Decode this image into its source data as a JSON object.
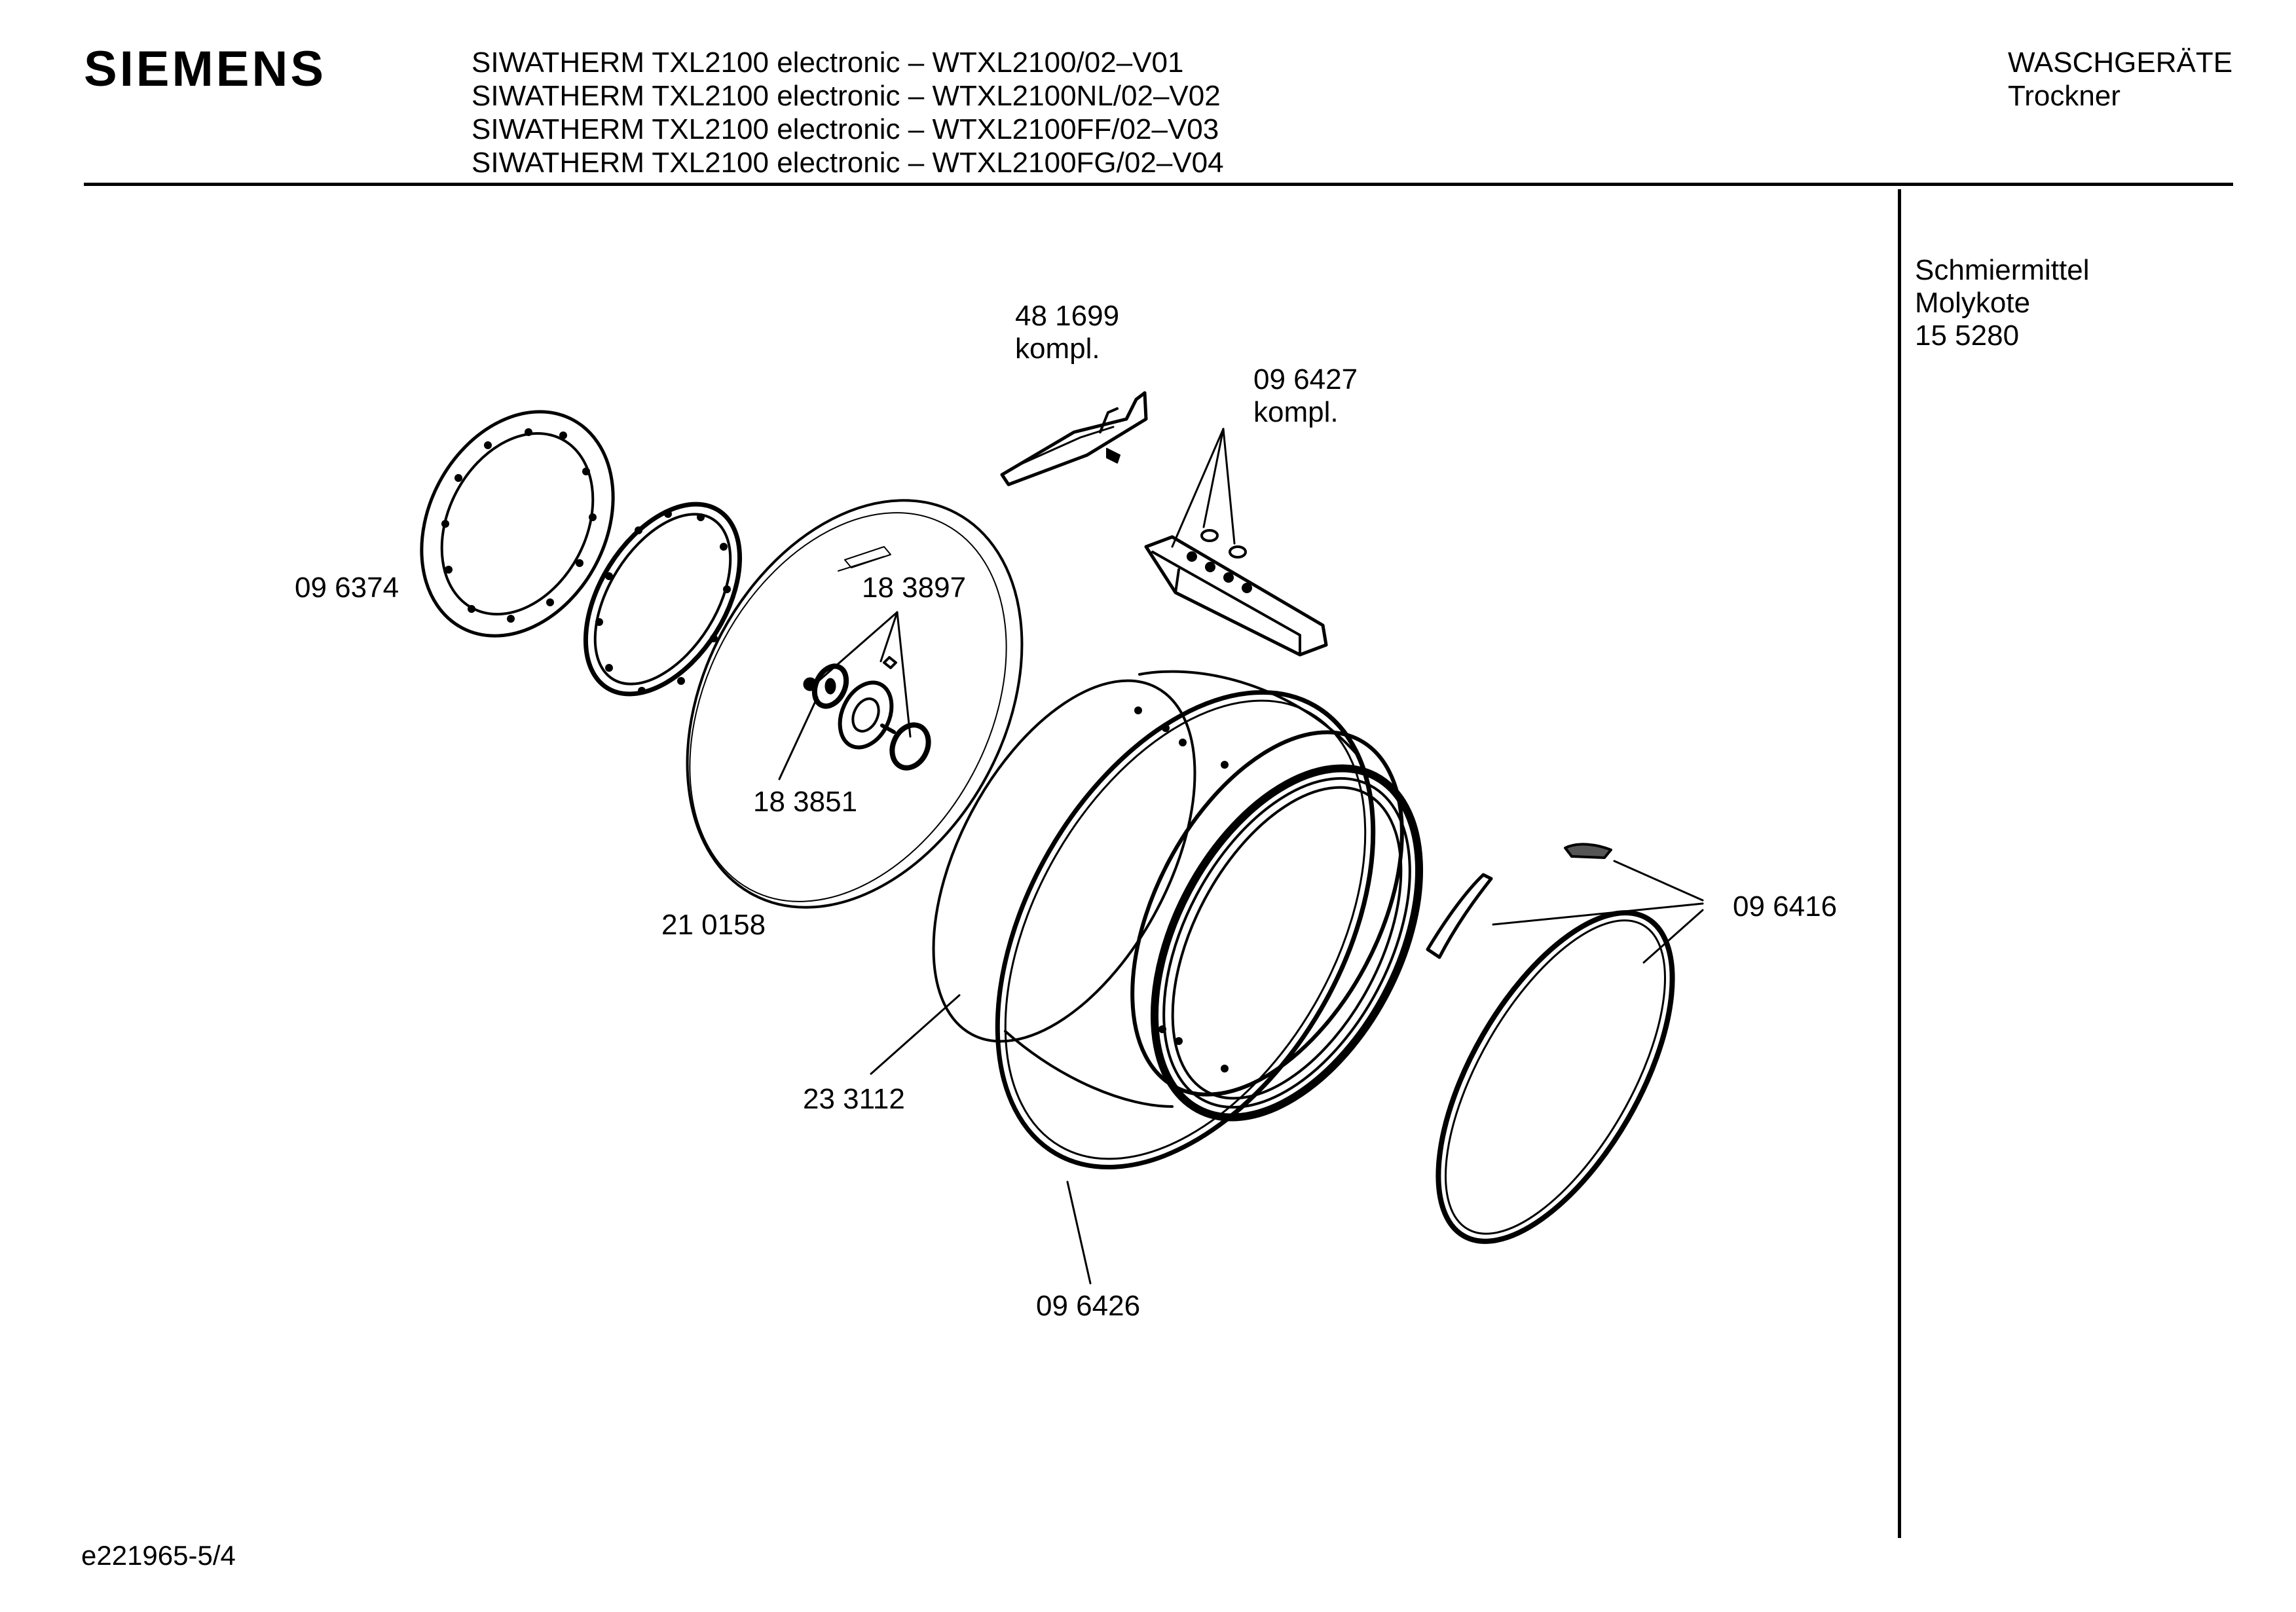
{
  "header": {
    "brand": "SIEMENS",
    "models": [
      "SIWATHERM TXL2100 electronic – WTXL2100/02–V01",
      "SIWATHERM TXL2100 electronic – WTXL2100NL/02–V02",
      "SIWATHERM TXL2100 electronic – WTXL2100FF/02–V03",
      "SIWATHERM TXL2100 electronic – WTXL2100FG/02–V04"
    ],
    "category": "WASCHGERÄTE",
    "subcategory": "Trockner"
  },
  "notes": {
    "line1": "Schmiermittel",
    "line2": "Molykote",
    "line3": "15 5280"
  },
  "parts": {
    "p481699": "48 1699",
    "p481699_suffix": "kompl.",
    "p096427": "09 6427",
    "p096427_suffix": "kompl.",
    "p096374": "09 6374",
    "p183897": "18 3897",
    "p183851": "18 3851",
    "p210158": "21 0158",
    "p096416": "09 6416",
    "p233112": "23 3112",
    "p096426": "09 6426"
  },
  "footer": {
    "doc_id": "e221965-5/4"
  },
  "icons": [
    "siemens-logo"
  ]
}
